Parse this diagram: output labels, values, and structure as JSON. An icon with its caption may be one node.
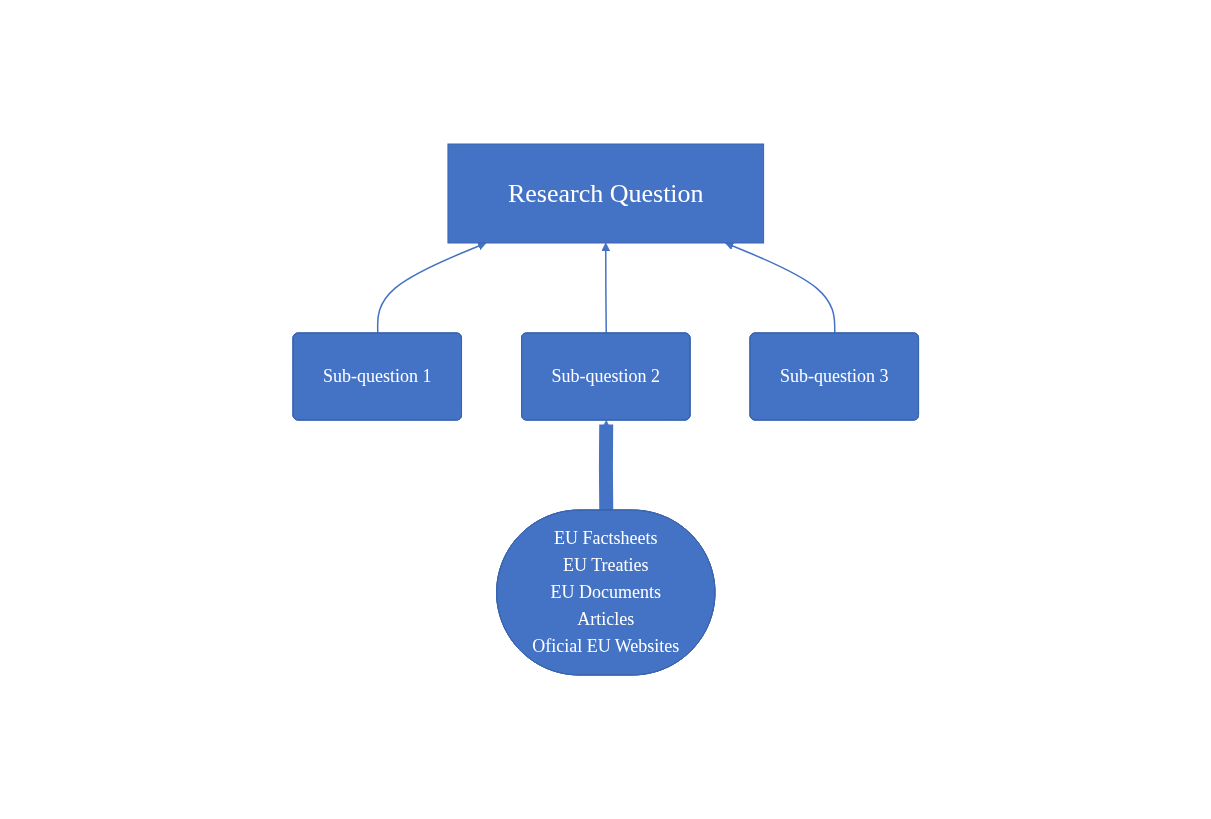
{
  "diagram": {
    "nodes": [
      {
        "text": [
          "Research Question"
        ]
      },
      {
        "text": [
          "Sub-question 1"
        ]
      },
      {
        "text": [
          "Sub-question 2"
        ]
      },
      {
        "text": [
          "Sub-question 3"
        ]
      },
      {
        "text": [
          "EU Factsheets",
          "EU Treaties",
          "EU Documents",
          "Articles",
          "Oficial EU Websites"
        ]
      }
    ],
    "edges": [
      {
        "from": 1,
        "to": 0,
        "arrow": "to"
      },
      {
        "from": 2,
        "to": 0,
        "arrow": "to"
      },
      {
        "from": 3,
        "to": 0,
        "arrow": "to"
      },
      {
        "from": 4,
        "to": 2,
        "arrow": "to",
        "style": "thick"
      }
    ]
  }
}
